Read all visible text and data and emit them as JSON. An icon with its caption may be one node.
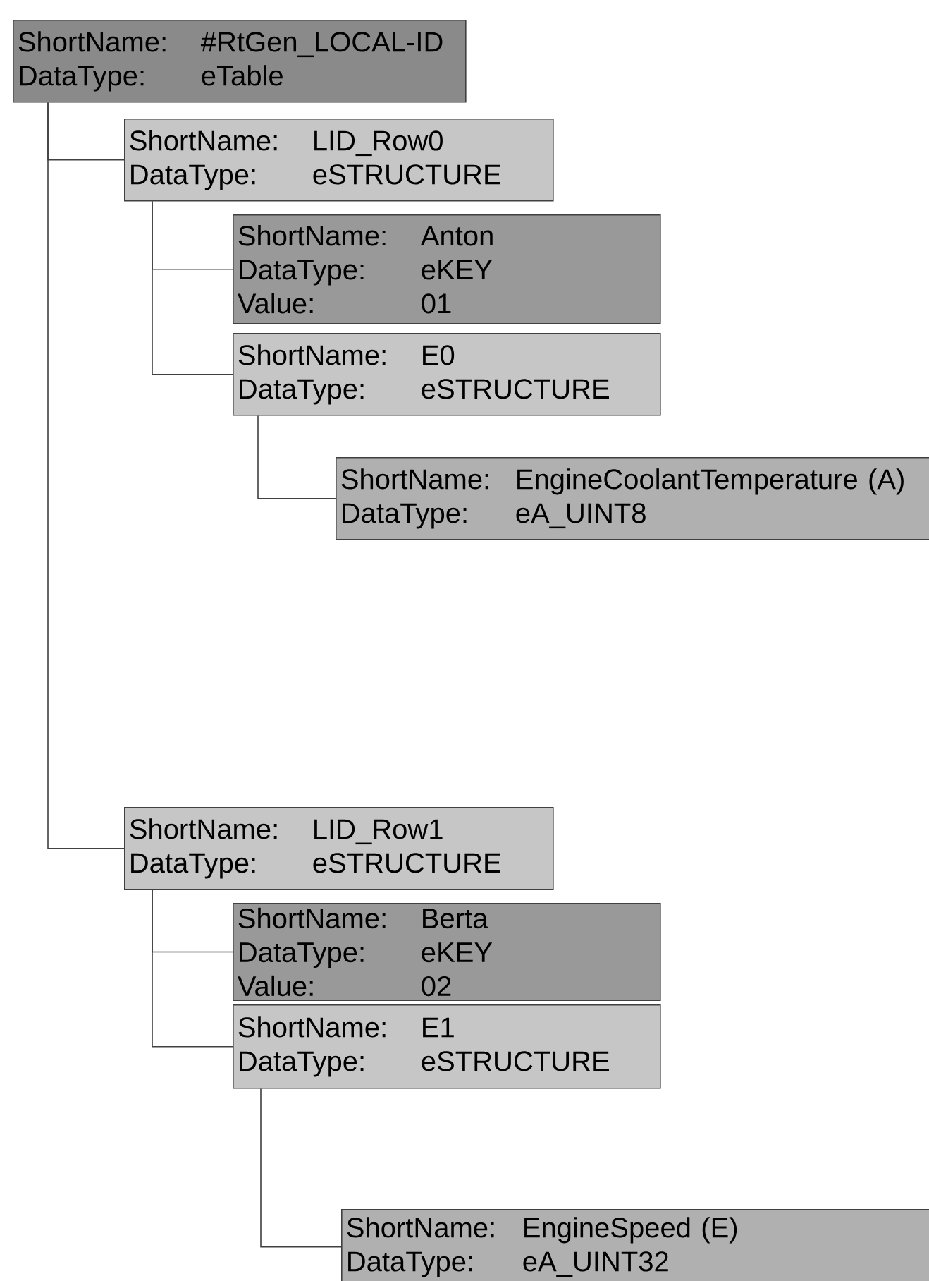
{
  "diagram": {
    "nodes": [
      {
        "text": [
          "ShortName:",
          "#RtGen_LOCAL-ID",
          "DataType:",
          "eTable"
        ]
      },
      {
        "text": [
          "ShortName:",
          "LID_Row0",
          "DataType:",
          "eSTRUCTURE"
        ]
      },
      {
        "text": [
          "ShortName:",
          "Anton",
          "DataType:",
          "eKEY",
          "Value:",
          "01"
        ]
      },
      {
        "text": [
          "ShortName:",
          "E0",
          "DataType:",
          "eSTRUCTURE"
        ]
      },
      {
        "text": [
          "ShortName:",
          "EngineCoolantTemperature (A)",
          "DataType:",
          "eA_UINT8"
        ]
      },
      {
        "text": [
          "ShortName:",
          "LID_Row1",
          "DataType:",
          "eSTRUCTURE"
        ]
      },
      {
        "text": [
          "ShortName:",
          "Berta",
          "DataType:",
          "eKEY",
          "Value:",
          "02"
        ]
      },
      {
        "text": [
          "ShortName:",
          "E1",
          "DataType:",
          "eSTRUCTURE"
        ]
      },
      {
        "text": [
          "ShortName:",
          "EngineSpeed (E)",
          "DataType:",
          "eA_UINT32"
        ]
      }
    ],
    "edges": [
      {
        "from": 0,
        "to": 1,
        "arrow": "none"
      },
      {
        "from": 0,
        "to": 5,
        "arrow": "none"
      },
      {
        "from": 1,
        "to": 2,
        "arrow": "none"
      },
      {
        "from": 1,
        "to": 3,
        "arrow": "none"
      },
      {
        "from": 3,
        "to": 4,
        "arrow": "none"
      },
      {
        "from": 5,
        "to": 6,
        "arrow": "none"
      },
      {
        "from": 5,
        "to": 7,
        "arrow": "none"
      },
      {
        "from": 7,
        "to": 8,
        "arrow": "none"
      }
    ]
  }
}
